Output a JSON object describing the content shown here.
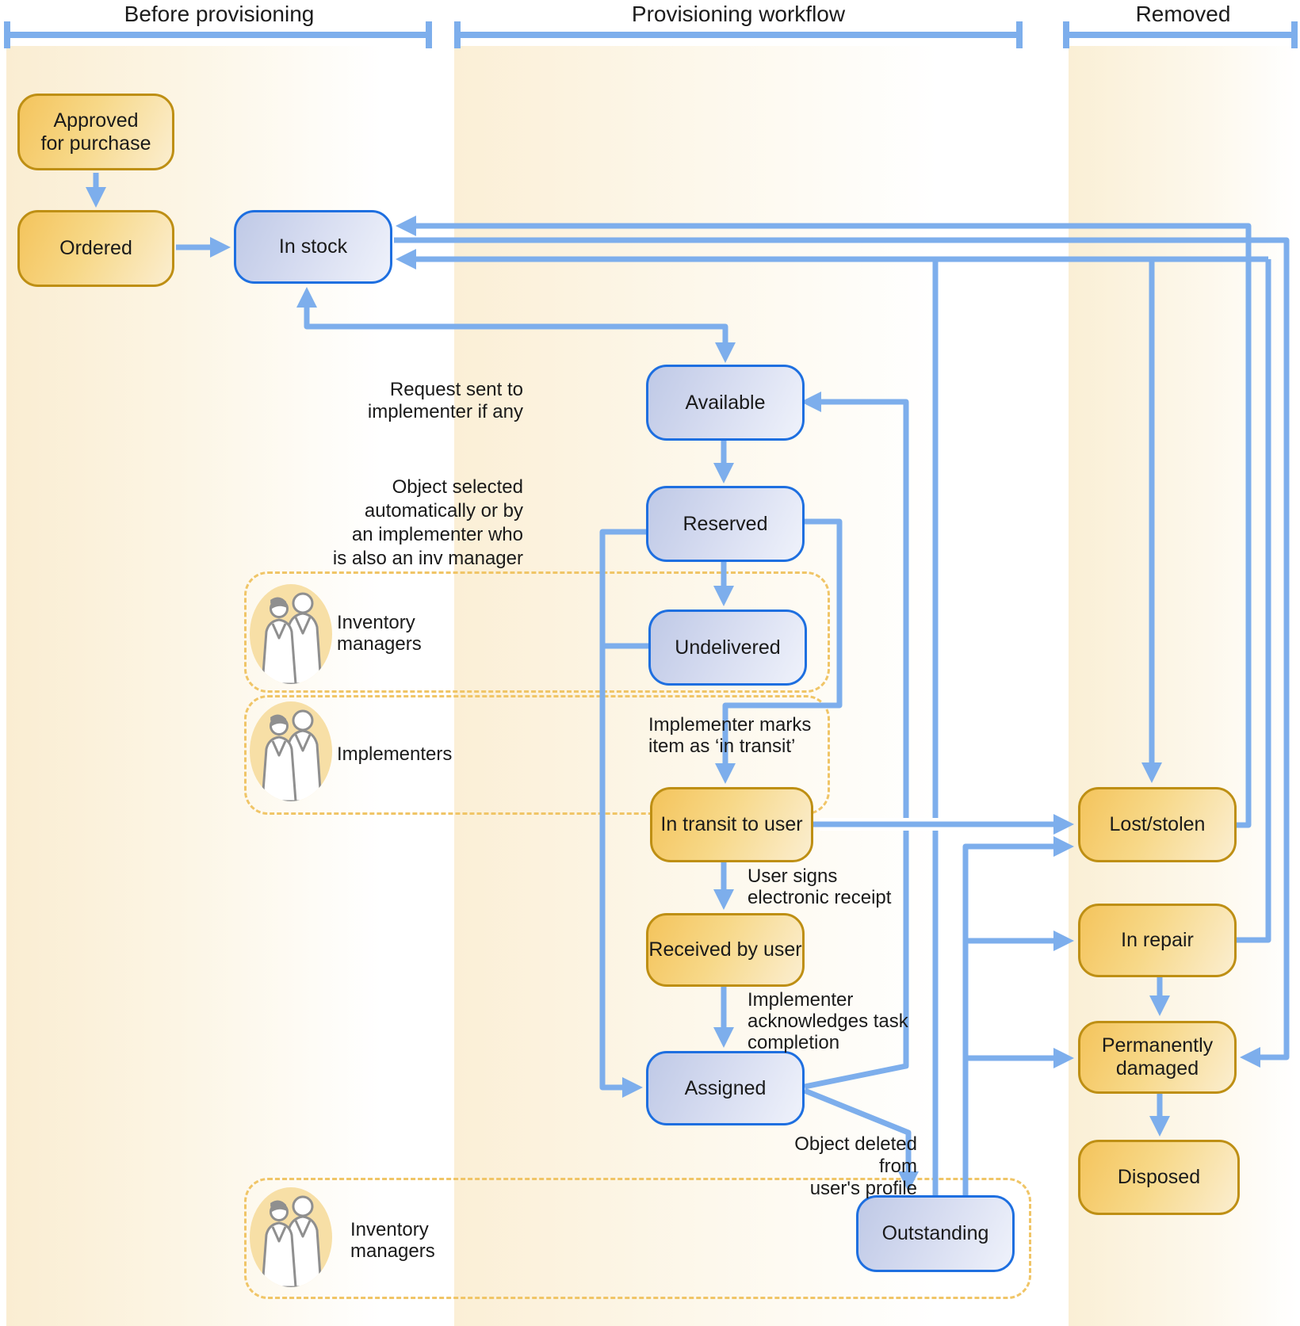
{
  "sections": [
    {
      "label": "Before provisioning"
    },
    {
      "label": "Provisioning workflow"
    },
    {
      "label": "Removed"
    }
  ],
  "boxes": {
    "approved": {
      "label": "Approved\nfor purchase"
    },
    "ordered": {
      "label": "Ordered"
    },
    "in_stock": {
      "label": "In stock"
    },
    "available": {
      "label": "Available"
    },
    "reserved": {
      "label": "Reserved"
    },
    "undelivered": {
      "label": "Undelivered"
    },
    "in_transit": {
      "label": "In transit to user"
    },
    "received": {
      "label": "Received by user"
    },
    "assigned": {
      "label": "Assigned"
    },
    "outstanding": {
      "label": "Outstanding"
    },
    "lost_stolen": {
      "label": "Lost/stolen"
    },
    "in_repair": {
      "label": "In repair"
    },
    "perm_damaged": {
      "label": "Permanently\ndamaged"
    },
    "disposed": {
      "label": "Disposed"
    }
  },
  "groups": [
    {
      "label": "Inventory\nmanagers"
    },
    {
      "label": "Implementers"
    },
    {
      "label": "Inventory\nmanagers"
    }
  ],
  "annotations": {
    "request": {
      "text": "Request sent to\nimplementer if any"
    },
    "object_selected": {
      "text": "Object selected\nautomatically or by\nan implementer who\nis also an inv manager"
    },
    "marks_transit": {
      "text": "Implementer marks\nitem as ‘in transit’"
    },
    "user_signs": {
      "text": "User signs\nelectronic receipt"
    },
    "acknowledges": {
      "text": "Implementer\nacknowledges task\ncompletion"
    },
    "deleted": {
      "text": "Object deleted from\nuser's profile"
    }
  },
  "colors": {
    "connector_blue": "#7DAEEC",
    "blue_box_border": "#1E6FE0",
    "blue_box_fill_start": "#BFC9E6",
    "orange_box_border": "#BE8F14",
    "orange_box_fill_start": "#F4C45C",
    "group_dash": "#F0C567",
    "band_yellow": "#FAEDD2",
    "icon_circle": "#F7DFA6"
  }
}
